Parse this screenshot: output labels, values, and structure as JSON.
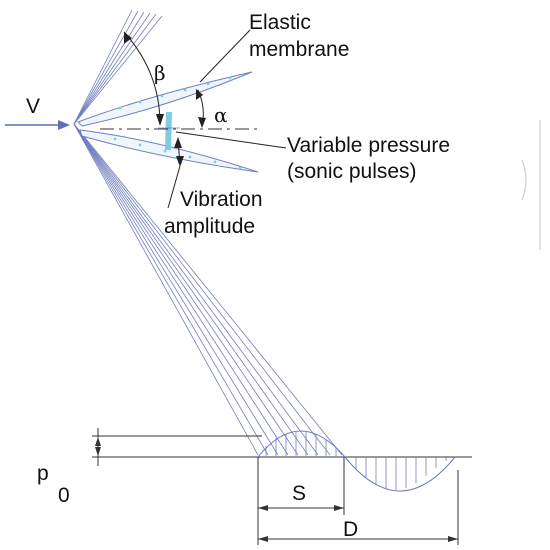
{
  "labels": {
    "elastic_line1": "Elastic",
    "elastic_line2": "membrane",
    "beta": "β",
    "alpha": "α",
    "velocity": "V",
    "pressure_line1": "Variable pressure",
    "pressure_line2": "(sonic pulses)",
    "vibration_line1": "Vibration",
    "vibration_line2": "amplitude",
    "p0_main": "p",
    "p0_sub": "0",
    "S": "S",
    "D": "D"
  },
  "colors": {
    "rays": "#6f7fc0",
    "membrane_fill": "#eef6fb",
    "membrane_dots": "#7ecbe6",
    "text": "#111111"
  }
}
